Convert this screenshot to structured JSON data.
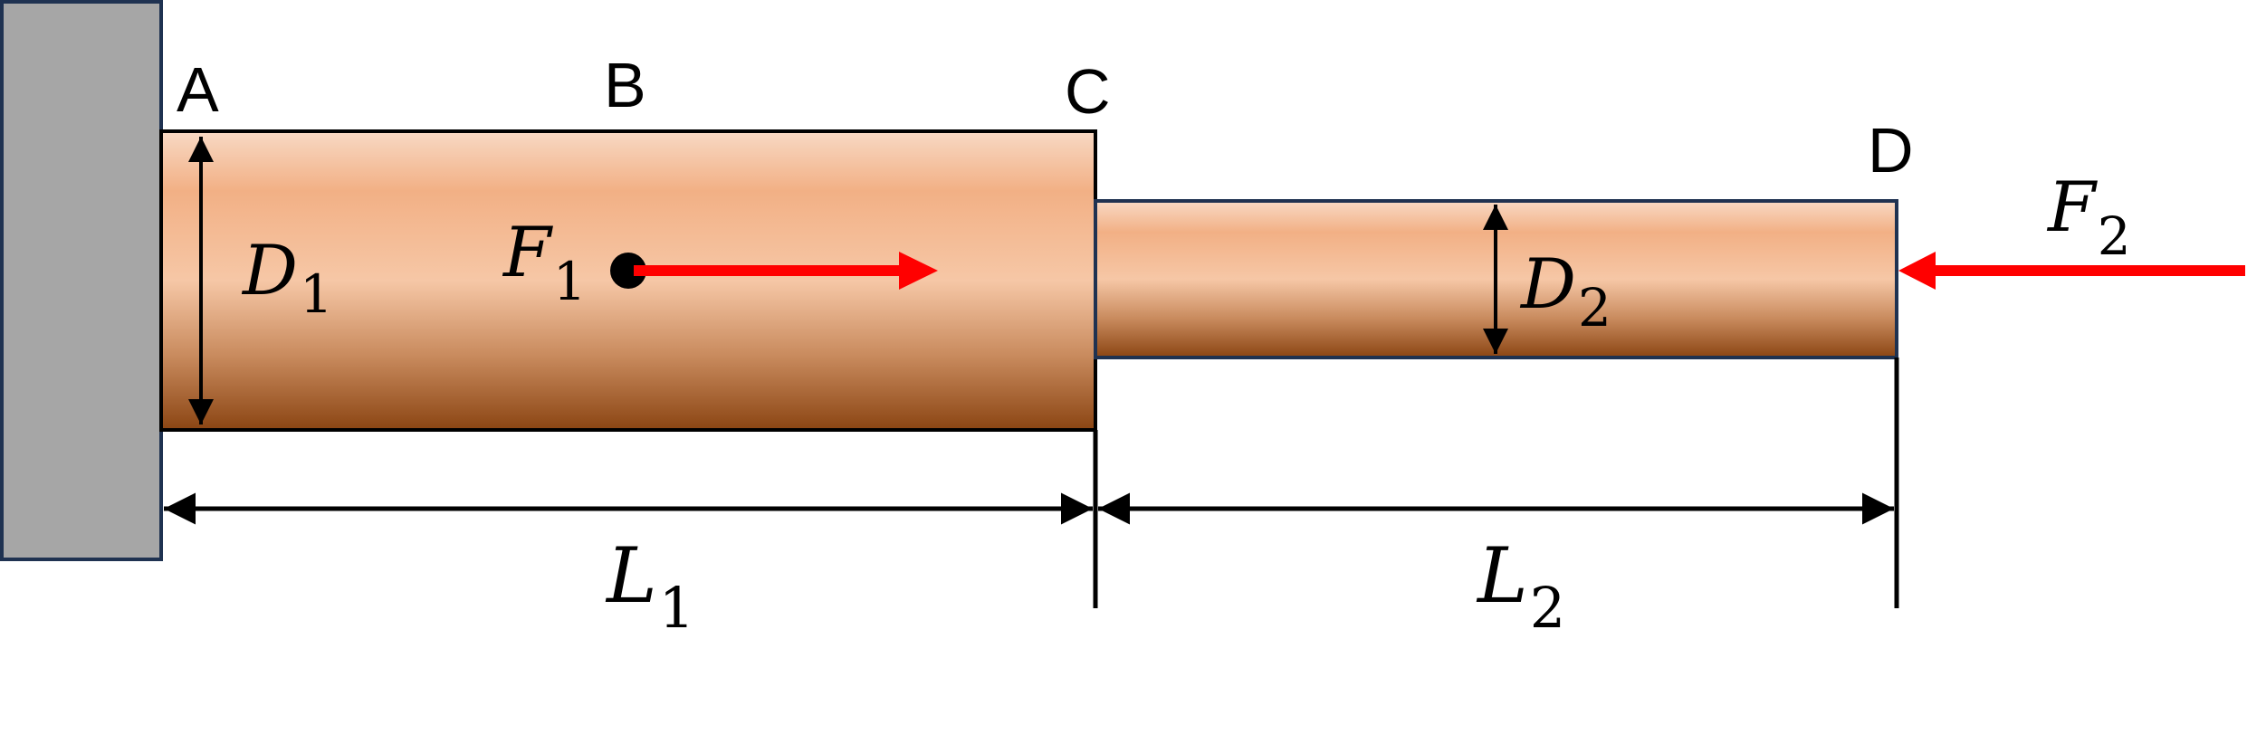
{
  "points": {
    "a": "A",
    "b": "B",
    "c": "C",
    "d": "D"
  },
  "dimensions": {
    "d1": {
      "symbol": "D",
      "subscript": "1"
    },
    "d2": {
      "symbol": "D",
      "subscript": "2"
    },
    "l1": {
      "symbol": "L",
      "subscript": "1"
    },
    "l2": {
      "symbol": "L",
      "subscript": "2"
    }
  },
  "forces": {
    "f1": {
      "symbol": "F",
      "subscript": "1"
    },
    "f2": {
      "symbol": "F",
      "subscript": "2"
    }
  },
  "colors": {
    "wall": "#a6a6a6",
    "wall_border": "#1f3251",
    "force": "#ff0000",
    "shaft_light": "#f8d9c4",
    "shaft_mid": "#f2b085",
    "shaft_dark": "#8b4513"
  }
}
